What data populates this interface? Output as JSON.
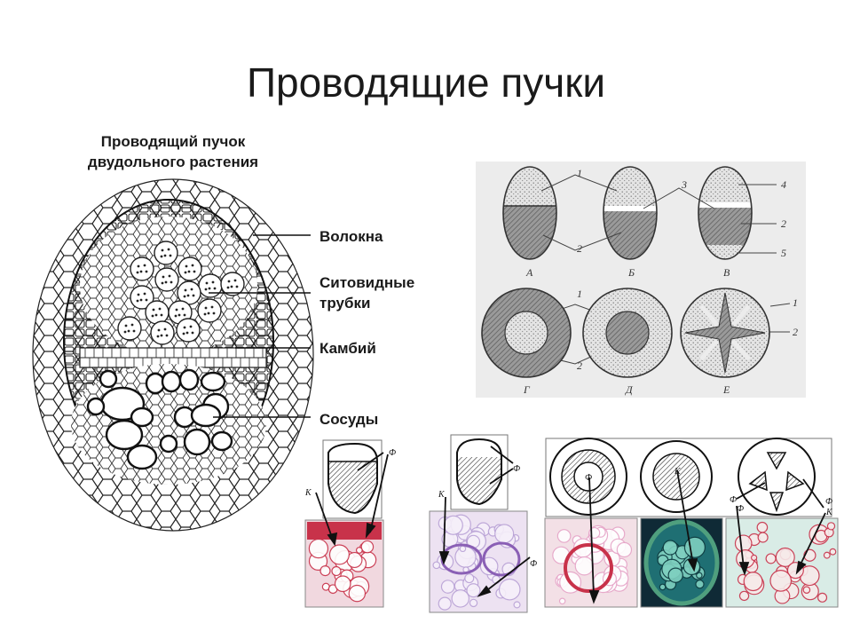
{
  "title": "Проводящие пучки",
  "left_panel": {
    "caption_line1": "Проводящий пучок",
    "caption_line2": "двудольного растения",
    "labels": {
      "fibers": "Волокна",
      "sieve_line1": "Ситовидные",
      "sieve_line2": "трубки",
      "cambium": "Камбий",
      "vessels": "Сосуды"
    }
  },
  "schemes_panel": {
    "background": "#ececec",
    "numbers": [
      "1",
      "2",
      "3",
      "4",
      "2",
      "5",
      "1",
      "1",
      "2",
      "2"
    ],
    "letters": [
      "А",
      "Б",
      "В",
      "Г",
      "Д",
      "Е"
    ]
  },
  "bottom_row": {
    "markers": [
      "Ф",
      "К",
      "Ф",
      "К",
      "Ф",
      "Ф",
      "К",
      "Ф",
      "Ф",
      "Ф",
      "К"
    ]
  },
  "colors": {
    "stain_red": "#c8324a",
    "stain_pink": "#e6a5c8",
    "stain_violet": "#b9a2d6",
    "stain_green": "#4f9f7e"
  }
}
